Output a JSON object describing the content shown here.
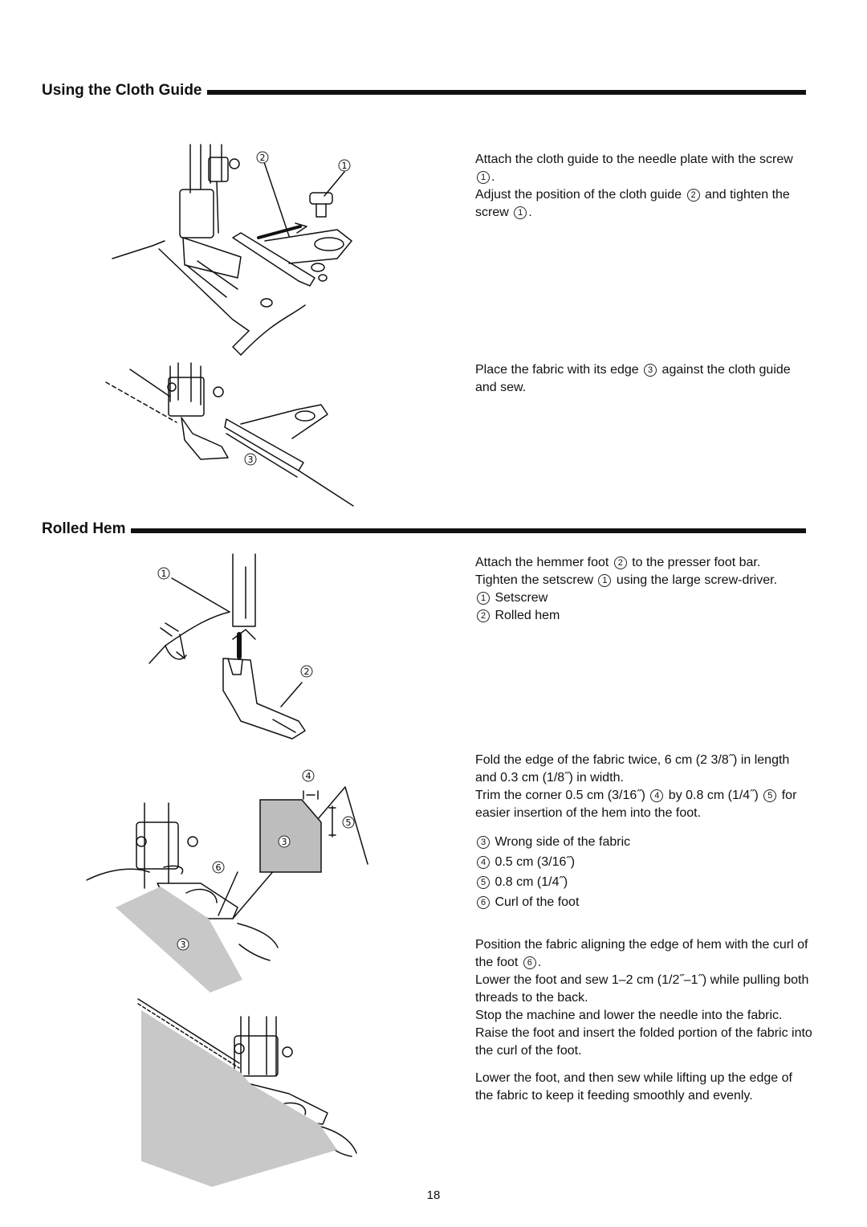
{
  "sections": [
    {
      "title": "Using the Cloth Guide"
    },
    {
      "title": "Rolled Hem"
    }
  ],
  "cloth_guide": {
    "p1_a": "Attach the cloth guide to the needle plate with the screw ",
    "p1_b": ".",
    "p2_a": "Adjust the position of the cloth guide ",
    "p2_b": " and tighten the screw ",
    "p2_c": ".",
    "p3_a": "Place the fabric with its edge ",
    "p3_b": " against the cloth guide and sew."
  },
  "rolled_hem": {
    "p1_a": "Attach the hemmer foot ",
    "p1_b": " to the presser foot bar.",
    "p2_a": "Tighten the setscrew ",
    "p2_b": " using the large screw-driver.",
    "legend1": [
      {
        "num": "1",
        "text": "Setscrew"
      },
      {
        "num": "2",
        "text": "Rolled hem"
      }
    ],
    "p3": "Fold the edge of the fabric twice, 6 cm (2 3/8˝) in length and 0.3 cm (1/8˝) in width.",
    "p4_a": "Trim the corner 0.5 cm (3/16˝) ",
    "p4_b": " by 0.8 cm (1/4˝) ",
    "p4_c": " for easier insertion of the hem into the foot.",
    "legend2": [
      {
        "num": "3",
        "text": "Wrong side of the fabric"
      },
      {
        "num": "4",
        "text": "0.5 cm (3/16˝)"
      },
      {
        "num": "5",
        "text": "0.8 cm (1/4˝)"
      },
      {
        "num": "6",
        "text": "Curl of the foot"
      }
    ],
    "p5_a": "Position the fabric aligning the edge of hem with the curl of the foot ",
    "p5_b": ".",
    "p6": "Lower the foot and sew 1–2 cm (1/2˝–1˝) while pulling both threads to the back.",
    "p7": "Stop the machine and lower the needle into the fabric. Raise the foot and insert the folded portion of the fabric into the curl of the foot.",
    "p8": "Lower the foot, and then sew while lifting up the edge of the fabric to keep it feeding smoothly and evenly."
  },
  "callouts": {
    "n1": "1",
    "n2": "2",
    "n3": "3",
    "n4": "4",
    "n5": "5",
    "n6": "6"
  },
  "page_number": "18"
}
